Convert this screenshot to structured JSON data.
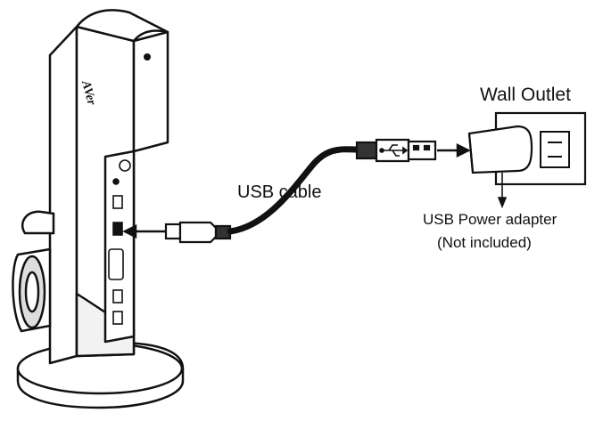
{
  "labels": {
    "wall_outlet": "Wall Outlet",
    "usb_cable": "USB cable",
    "usb_power_adapter": "USB Power adapter",
    "not_included": "(Not included)"
  },
  "device": {
    "logo_text": "AVer"
  },
  "icons": [
    "usb-symbol-icon",
    "outlet-icon"
  ],
  "colors": {
    "line": "#111111",
    "background": "#ffffff"
  }
}
